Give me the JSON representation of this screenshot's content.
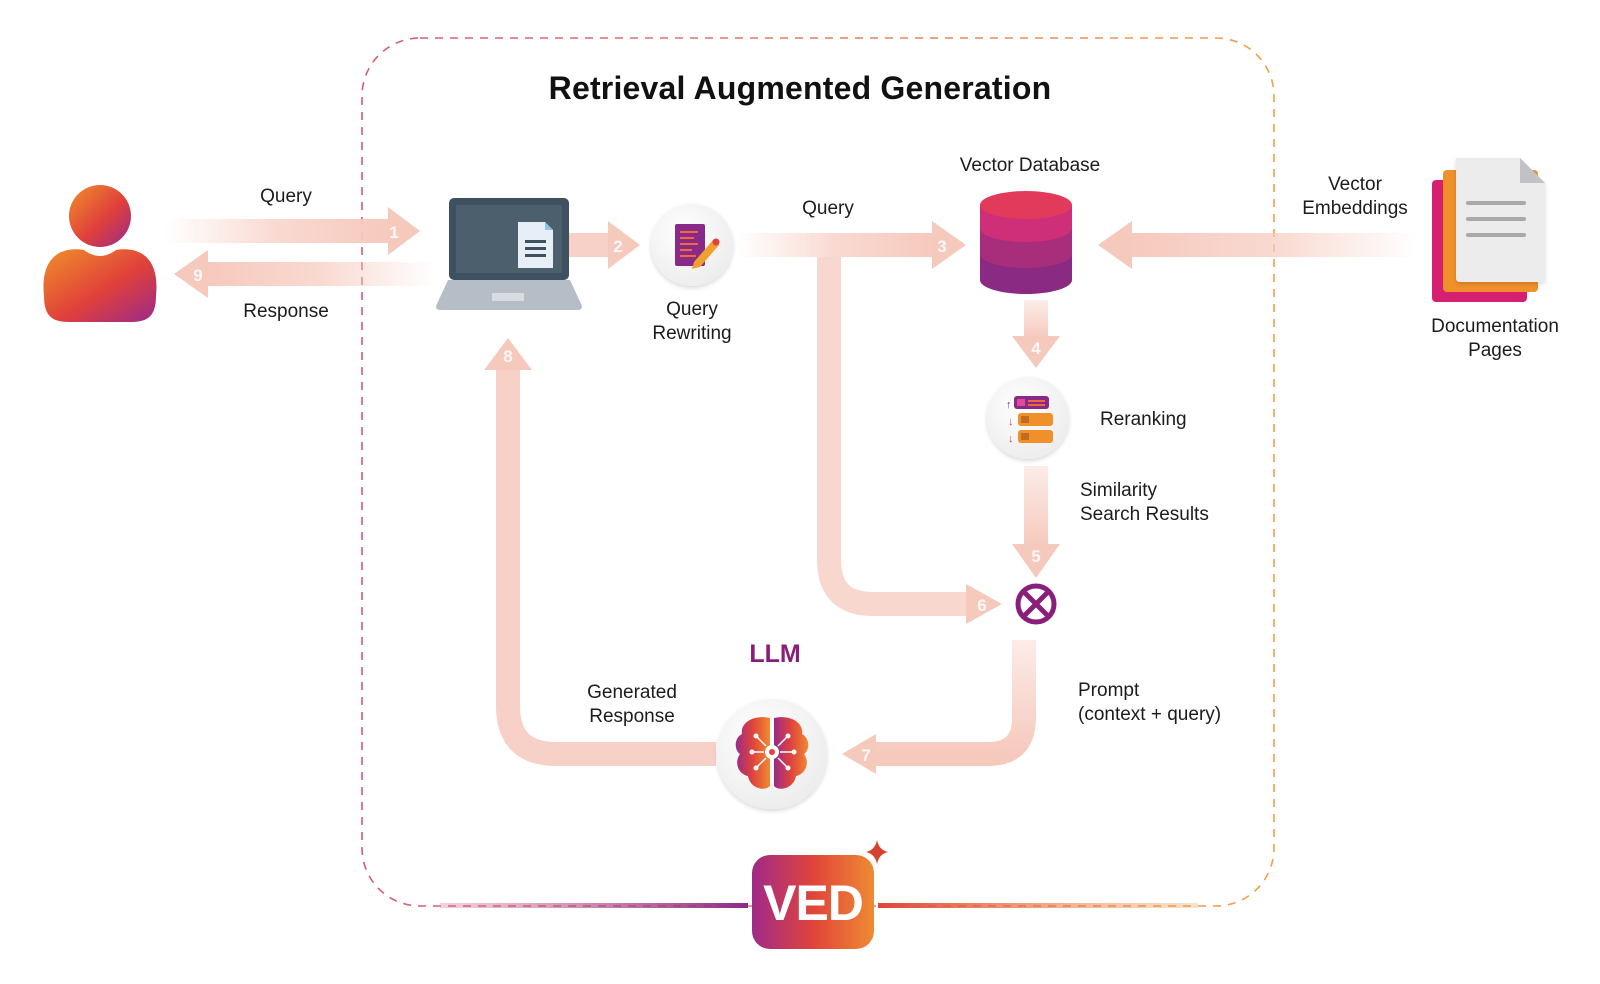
{
  "title": "Retrieval Augmented Generation",
  "nodes": {
    "user": {
      "icon": "user-icon"
    },
    "laptop": {
      "icon": "laptop-icon"
    },
    "query_rewriting": {
      "icon": "document-edit-icon",
      "label": "Query\nRewriting"
    },
    "vector_database": {
      "icon": "database-icon",
      "label": "Vector Database"
    },
    "documentation_pages": {
      "icon": "document-stack-icon",
      "label": "Documentation\nPages"
    },
    "reranking": {
      "icon": "reranking-icon",
      "label": "Reranking"
    },
    "combine": {
      "icon": "circle-x-icon"
    },
    "llm": {
      "icon": "brain-icon",
      "label": "LLM"
    },
    "logo": {
      "icon": "ved-logo",
      "text": "VED"
    }
  },
  "edges": [
    {
      "step": "1",
      "label": "Query"
    },
    {
      "step": "2",
      "label": ""
    },
    {
      "step": "3",
      "label": "Query"
    },
    {
      "step": "4",
      "label": ""
    },
    {
      "step": "5",
      "label": "Similarity\nSearch Results"
    },
    {
      "step": "6",
      "label": ""
    },
    {
      "step": "7",
      "label": "Prompt\n(context + query)"
    },
    {
      "step": "8",
      "label": "Generated\nResponse"
    },
    {
      "step": "9",
      "label": "Response"
    },
    {
      "step": "",
      "label": "Vector\nEmbeddings"
    }
  ],
  "colors": {
    "arrow": "#f6c9bd",
    "accent_purple": "#8a1f7a",
    "accent_orange": "#ef8a2a",
    "accent_pink": "#d6246e",
    "border_left": "#d46a86",
    "border_right": "#f0a050"
  }
}
